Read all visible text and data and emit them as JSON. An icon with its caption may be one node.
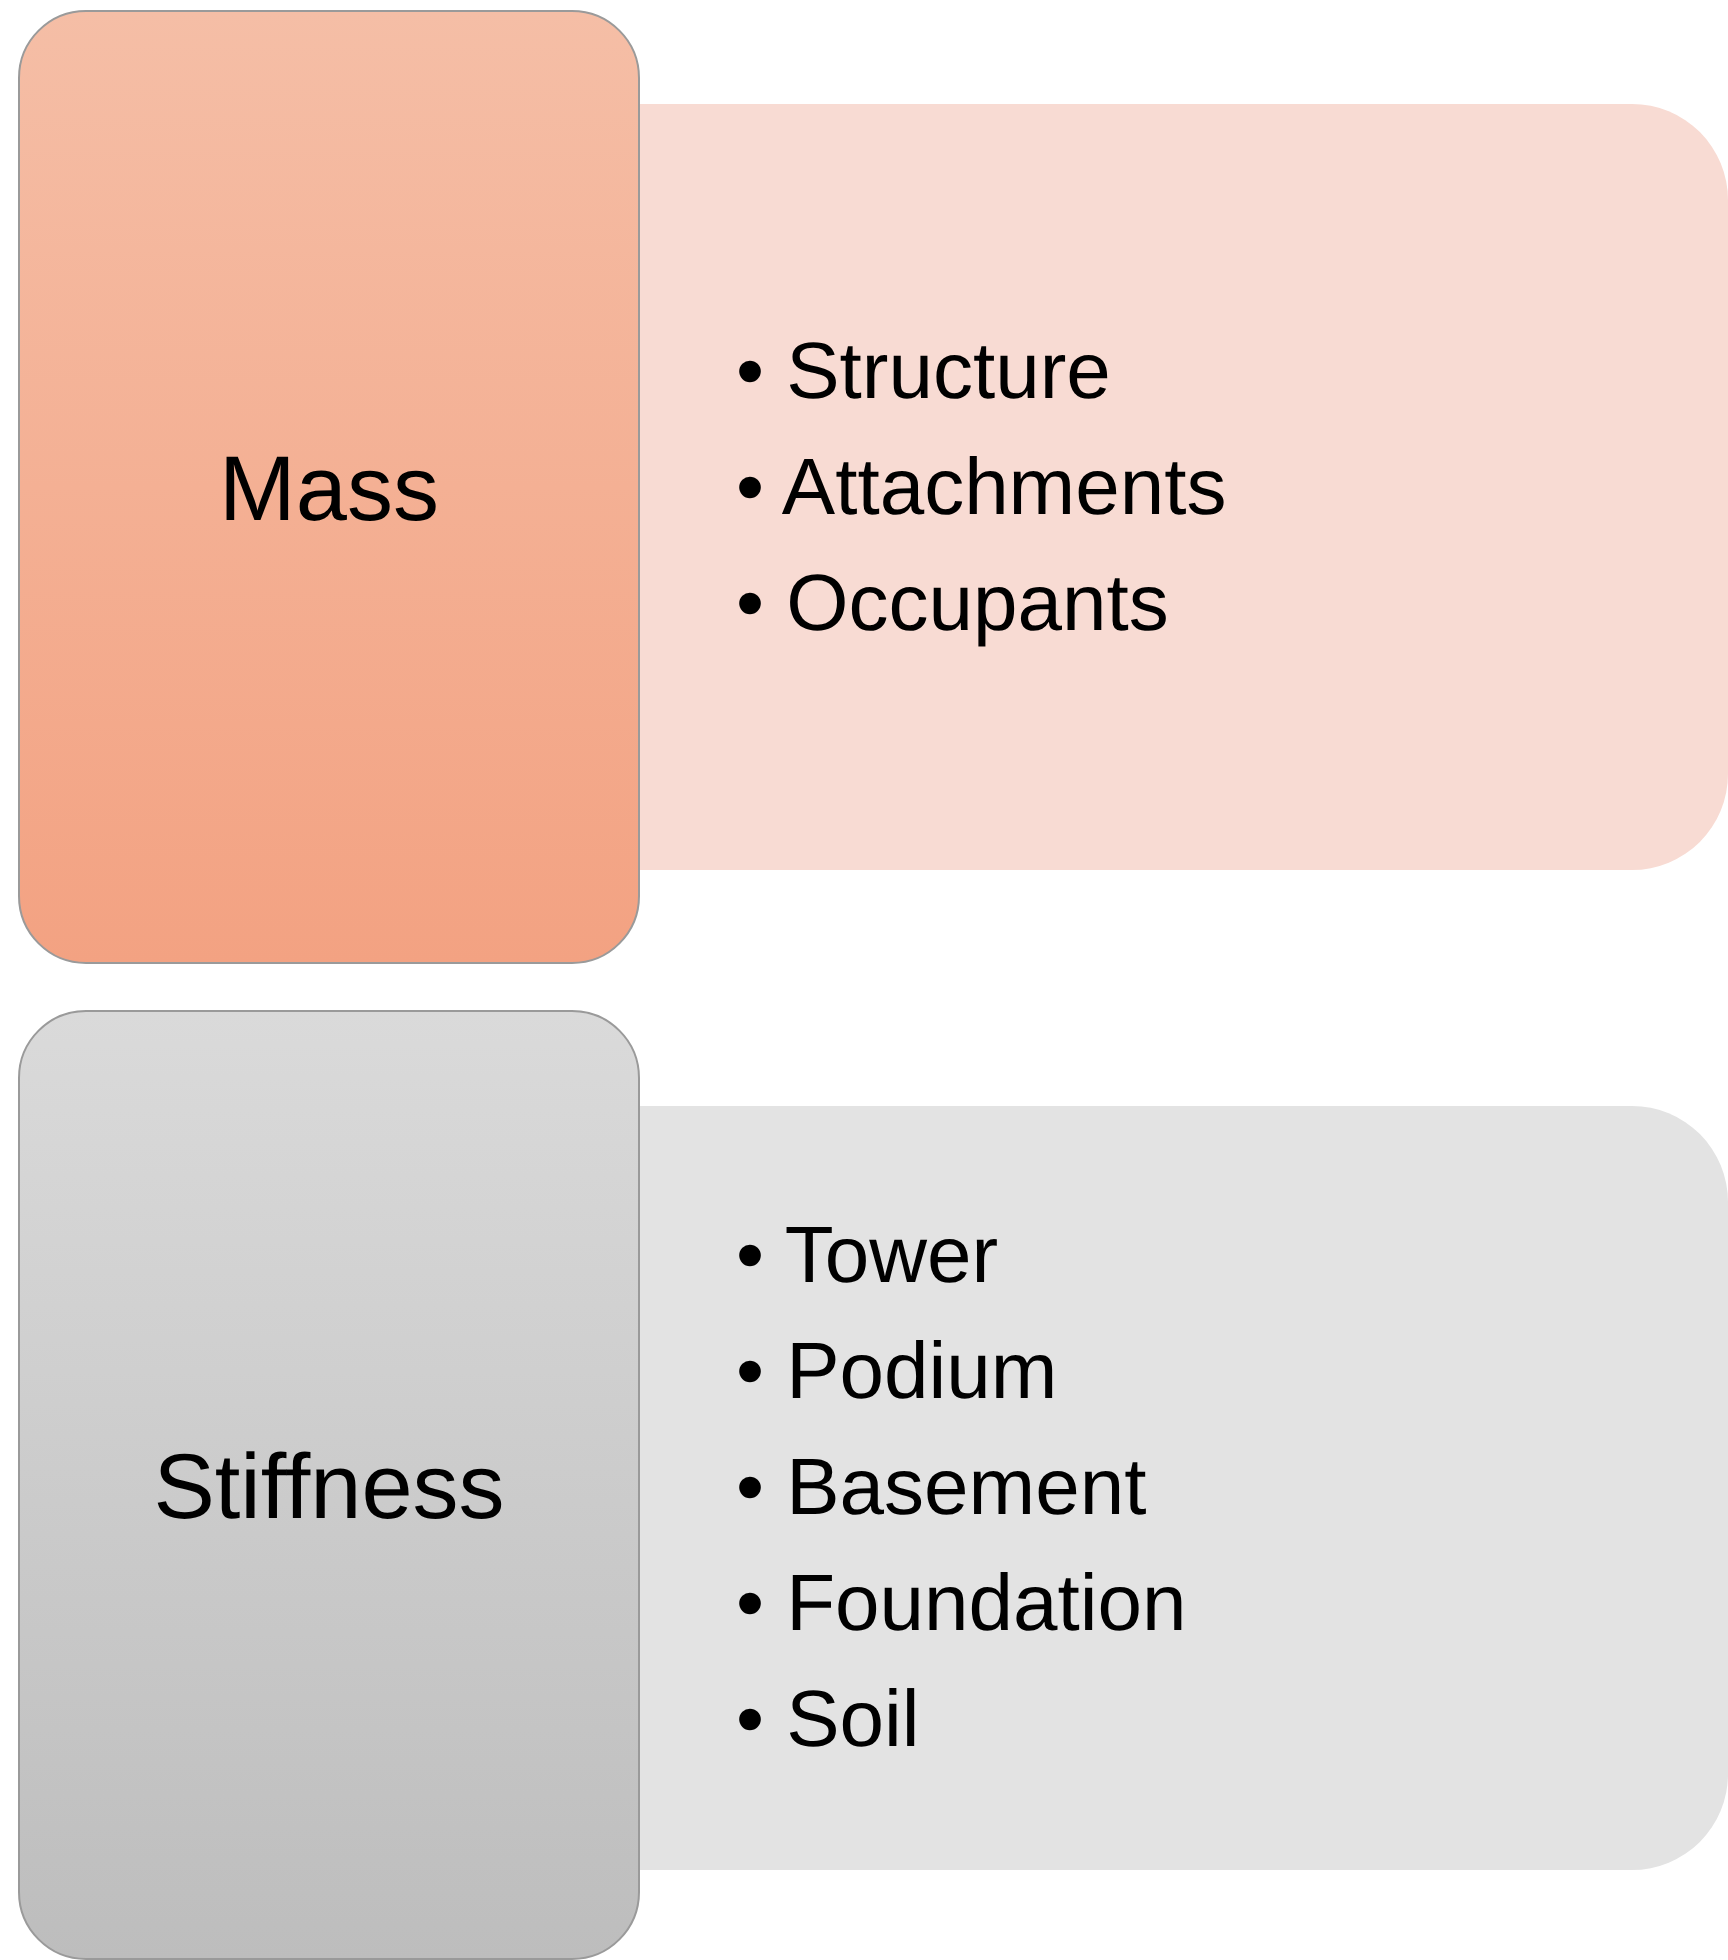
{
  "diagram": {
    "nodes": [
      {
        "text": [
          "Mass"
        ]
      },
      {
        "text": [
          "• Structure",
          "• Attachments",
          "• Occupants"
        ]
      },
      {
        "text": [
          "Stiffness"
        ]
      },
      {
        "text": [
          "• Tower",
          "• Podium",
          "• Basement",
          "• Foundation",
          "• Soil"
        ]
      }
    ]
  }
}
